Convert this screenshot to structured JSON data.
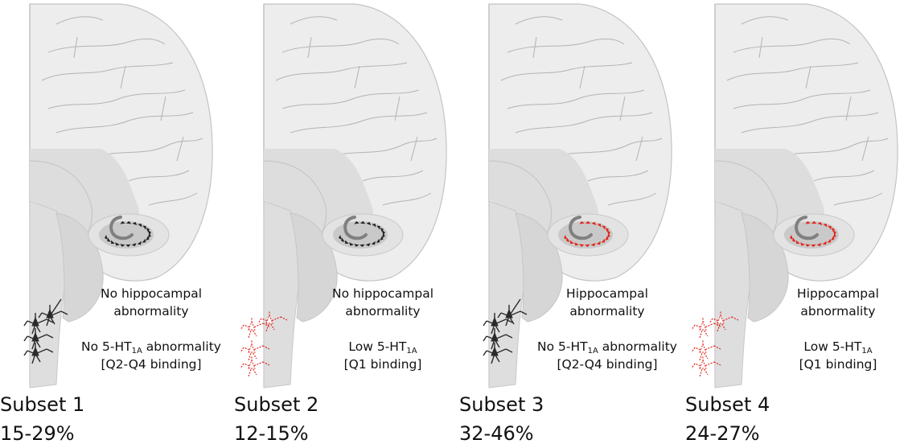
{
  "panels": [
    {
      "hippocampal_line1": "No hippocampal",
      "hippocampal_line2": "abnormality",
      "receptor_prefix": "No 5-HT",
      "receptor_sub": "1A",
      "receptor_suffix": " abnormality",
      "binding": "[Q2-Q4 binding]",
      "subset_label": "Subset 1",
      "percentage": "15-29%",
      "hippocampus_color": "#222222",
      "neuron_style": "normal",
      "neuron_color": "#2a2a2a"
    },
    {
      "hippocampal_line1": "No hippocampal",
      "hippocampal_line2": "abnormality",
      "receptor_prefix": "Low 5-HT",
      "receptor_sub": "1A",
      "receptor_suffix": "",
      "binding": "[Q1 binding]",
      "subset_label": "Subset 2",
      "percentage": "12-15%",
      "hippocampus_color": "#222222",
      "neuron_style": "reduced",
      "neuron_color": "#e2231a"
    },
    {
      "hippocampal_line1": "Hippocampal",
      "hippocampal_line2": "abnormality",
      "receptor_prefix": "No 5-HT",
      "receptor_sub": "1A",
      "receptor_suffix": " abnormality",
      "binding": "[Q2-Q4 binding]",
      "subset_label": "Subset 3",
      "percentage": "32-46%",
      "hippocampus_color": "#e2231a",
      "neuron_style": "normal",
      "neuron_color": "#2a2a2a"
    },
    {
      "hippocampal_line1": "Hippocampal",
      "hippocampal_line2": "abnormality",
      "receptor_prefix": "Low 5-HT",
      "receptor_sub": "1A",
      "receptor_suffix": "",
      "binding": "[Q1 binding]",
      "subset_label": "Subset 4",
      "percentage": "24-27%",
      "hippocampus_color": "#e2231a",
      "neuron_style": "reduced",
      "neuron_color": "#e2231a"
    }
  ]
}
